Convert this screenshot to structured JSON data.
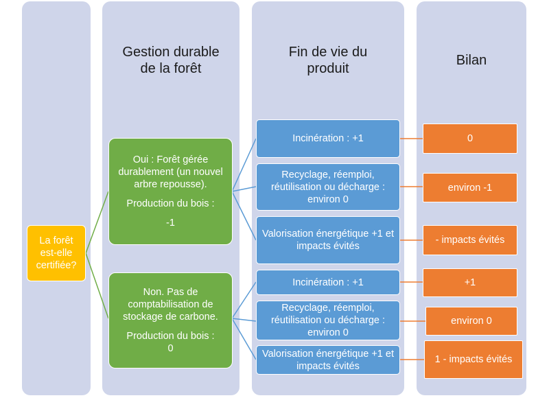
{
  "columns": {
    "col1_title": "",
    "col2_title": "Gestion durable de la forêt",
    "col3_title": "Fin de vie du produit",
    "col4_title": "Bilan"
  },
  "root": {
    "label": "La forêt est-elle certifiée?"
  },
  "branches": [
    {
      "line1": "Oui : Forêt gérée durablement (un nouvel arbre repousse).",
      "line2": "Production du bois :",
      "line3": "-1",
      "outcomes": [
        {
          "fin_de_vie": "Incinération : +1",
          "bilan": "0"
        },
        {
          "fin_de_vie": "Recyclage, réemploi, réutilisation ou décharge : environ 0",
          "bilan": "environ -1"
        },
        {
          "fin_de_vie": "Valorisation énergétique +1 et impacts évités",
          "bilan": "- impacts évités"
        }
      ]
    },
    {
      "line1": "Non. Pas de comptabilisation de stockage de carbone.",
      "line2": "Production du bois :",
      "line3": "0",
      "outcomes": [
        {
          "fin_de_vie": "Incinération : +1",
          "bilan": "+1"
        },
        {
          "fin_de_vie": "Recyclage, réemploi, réutilisation ou décharge : environ 0",
          "bilan": "environ 0"
        },
        {
          "fin_de_vie": "Valorisation énergétique +1 et impacts évités",
          "bilan": "1 - impacts évités"
        }
      ]
    }
  ],
  "colors": {
    "column_bg": "#cfd5ea",
    "root": "#ffc000",
    "branch": "#70ad47",
    "fin_de_vie": "#5b9bd5",
    "bilan": "#ed7d31",
    "link_green": "#70ad47",
    "link_blue": "#5b9bd5",
    "link_orange": "#ed7d31"
  }
}
